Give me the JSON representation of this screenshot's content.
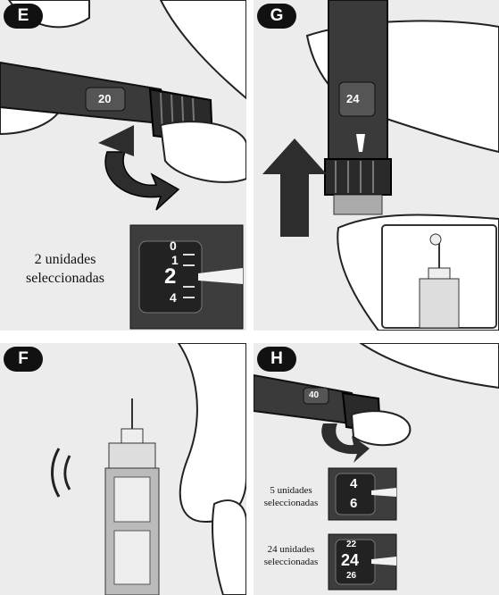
{
  "panels": {
    "e": {
      "badge": "E",
      "caption": "2 unidades seleccionadas",
      "pen_digits": "20",
      "dial": {
        "above": "0",
        "above2": "1",
        "selected": "2",
        "below": "4"
      }
    },
    "f": {
      "badge": "F"
    },
    "g": {
      "badge": "G",
      "pen_digits": "24"
    },
    "h": {
      "badge": "H",
      "pen_digits": "40",
      "windows": [
        {
          "caption": "5 unidades seleccionadas",
          "above": "4",
          "below": "6"
        },
        {
          "caption": "24 unidades seleccionadas",
          "above": "22",
          "selected": "24",
          "below": "26"
        }
      ]
    }
  }
}
